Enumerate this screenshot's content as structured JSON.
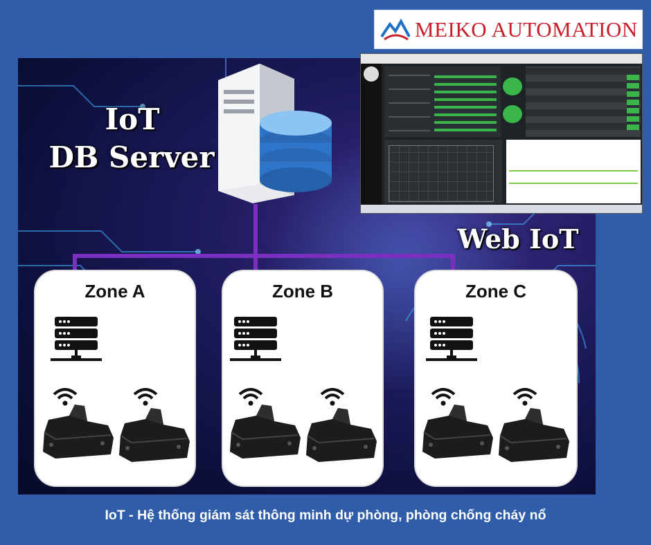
{
  "brand": {
    "name": "MEIKO AUTOMATION",
    "logo_icon": "meiko-wave-logo-icon",
    "colors": {
      "text": "#c8202a",
      "mark_blue": "#1f6fc6",
      "mark_red": "#c8202a"
    }
  },
  "server": {
    "title_line1": "IoT",
    "title_line2": "DB Server",
    "icon": "database-server-icon"
  },
  "web": {
    "label": "Web IoT",
    "screenshot_icon": "dashboard-screenshot"
  },
  "zones": [
    {
      "label": "Zone A"
    },
    {
      "label": "Zone B"
    },
    {
      "label": "Zone C"
    }
  ],
  "icons": {
    "gateway": "network-server-icon",
    "wifi": "wifi-icon",
    "sensor": "sensor-device-icon"
  },
  "colors": {
    "connector": "#7a2fc0",
    "background": "#2f5da9",
    "frame": "#12154a"
  },
  "footer": {
    "caption": "IoT - Hệ thống giám sát thông minh dự phòng, phòng chống cháy nổ"
  }
}
